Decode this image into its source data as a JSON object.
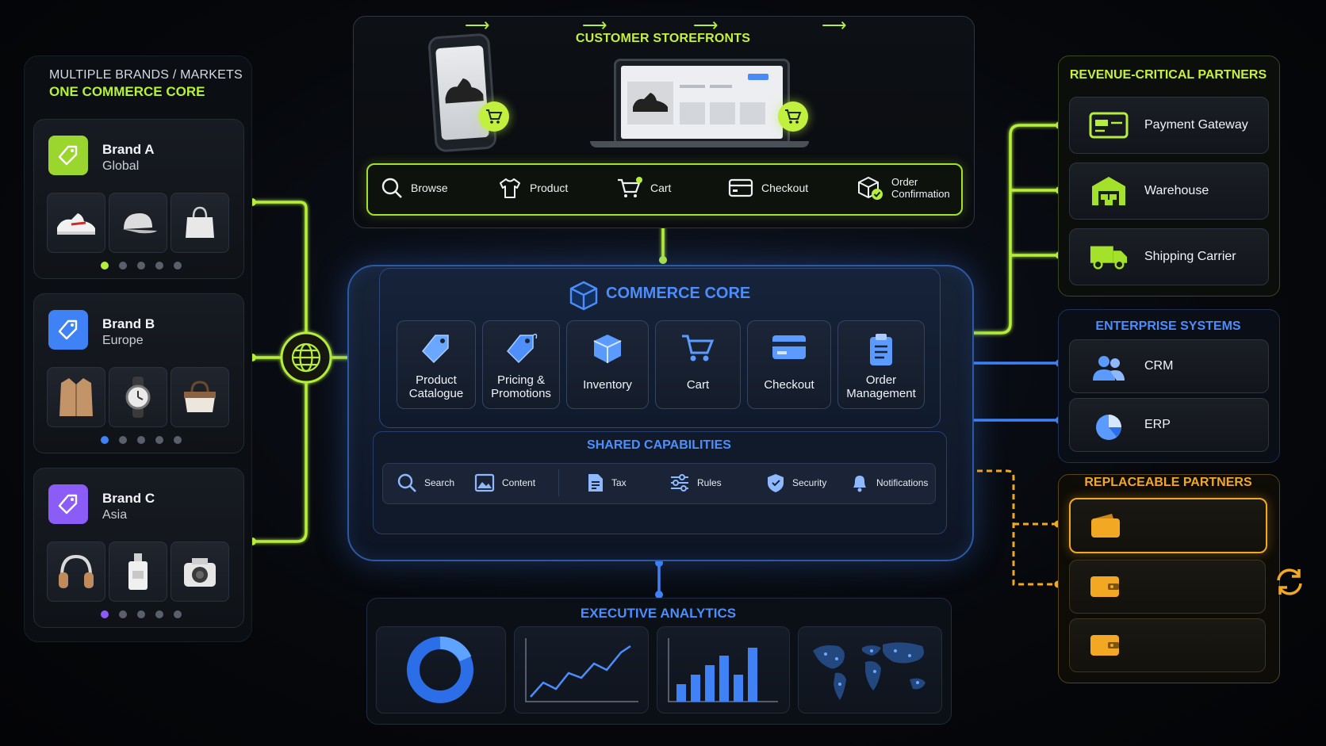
{
  "colors": {
    "green": "#b5ee3b",
    "blue": "#3f82f6",
    "amber": "#f2a823",
    "purple": "#8b5cf6"
  },
  "brands": {
    "heading_line1": "MULTIPLE BRANDS / MARKETS",
    "heading_line2": "ONE COMMERCE CORE",
    "items": [
      {
        "name": "Brand A",
        "region": "Global",
        "color": "#9bd62e",
        "products": [
          "sneaker",
          "cap",
          "tote-bag"
        ],
        "active_dot": 1
      },
      {
        "name": "Brand B",
        "region": "Europe",
        "color": "#3f82f6",
        "products": [
          "coat",
          "watch",
          "handbag"
        ],
        "active_dot": 1
      },
      {
        "name": "Brand C",
        "region": "Asia",
        "color": "#8b5cf6",
        "products": [
          "headphones",
          "perfume",
          "camera"
        ],
        "active_dot": 1
      }
    ]
  },
  "storefronts": {
    "title": "CUSTOMER STOREFRONTS",
    "devices": [
      "mobile-phone",
      "laptop"
    ],
    "journey": [
      {
        "label": "Browse",
        "icon": "search-icon"
      },
      {
        "label": "Product",
        "icon": "shirt-icon"
      },
      {
        "label": "Cart",
        "icon": "cart-icon"
      },
      {
        "label": "Checkout",
        "icon": "card-icon"
      },
      {
        "label": "Order Confirmation",
        "icon": "package-check-icon"
      }
    ]
  },
  "core": {
    "title": "COMMERCE CORE",
    "modules": [
      {
        "label": "Product Catalogue",
        "icon": "tag-icon"
      },
      {
        "label": "Pricing & Promotions",
        "icon": "price-tag-icon"
      },
      {
        "label": "Inventory",
        "icon": "box-icon"
      },
      {
        "label": "Cart",
        "icon": "cart-icon"
      },
      {
        "label": "Checkout",
        "icon": "card-icon"
      },
      {
        "label": "Order Management",
        "icon": "clipboard-icon"
      }
    ],
    "shared_title": "SHARED CAPABILITIES",
    "shared": [
      {
        "label": "Search",
        "icon": "search-icon"
      },
      {
        "label": "Content",
        "icon": "image-icon"
      },
      {
        "label": "Tax",
        "icon": "document-icon"
      },
      {
        "label": "Rules",
        "icon": "sliders-icon"
      },
      {
        "label": "Security",
        "icon": "shield-icon"
      },
      {
        "label": "Notifications",
        "icon": "bell-icon"
      }
    ]
  },
  "analytics": {
    "title": "EXECUTIVE ANALYTICS",
    "tiles": [
      "donut-chart",
      "line-chart",
      "bar-chart",
      "world-map"
    ]
  },
  "revenue": {
    "title": "REVENUE-CRITICAL PARTNERS",
    "items": [
      {
        "label": "Payment Gateway",
        "icon": "payment-card-icon"
      },
      {
        "label": "Warehouse",
        "icon": "warehouse-icon"
      },
      {
        "label": "Shipping Carrier",
        "icon": "truck-icon"
      }
    ]
  },
  "enterprise": {
    "title": "ENTERPRISE SYSTEMS",
    "items": [
      {
        "label": "CRM",
        "icon": "users-icon"
      },
      {
        "label": "ERP",
        "icon": "pie-chart-icon"
      }
    ]
  },
  "replaceable": {
    "title": "REPLACEABLE PARTNERS",
    "items": [
      "wallet-icon",
      "wallet-icon",
      "wallet-icon"
    ],
    "swap_icon": "refresh-icon"
  }
}
